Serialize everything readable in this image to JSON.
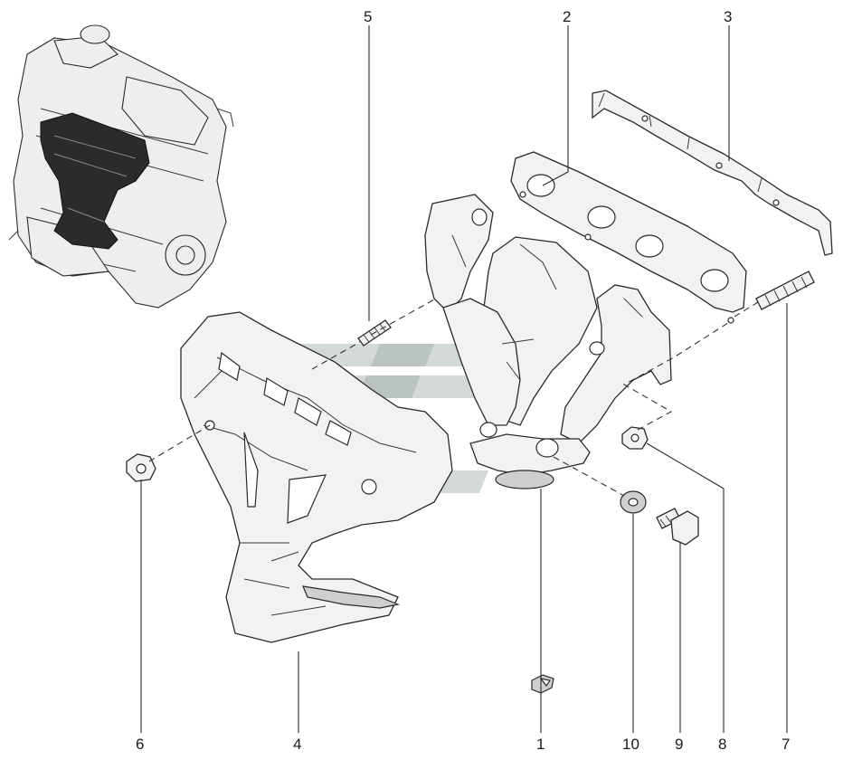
{
  "callouts": [
    {
      "id": "c1",
      "label": "1"
    },
    {
      "id": "c2",
      "label": "2"
    },
    {
      "id": "c3",
      "label": "3"
    },
    {
      "id": "c4",
      "label": "4"
    },
    {
      "id": "c5",
      "label": "5"
    },
    {
      "id": "c6",
      "label": "6"
    },
    {
      "id": "c7",
      "label": "7"
    },
    {
      "id": "c8",
      "label": "8"
    },
    {
      "id": "c9",
      "label": "9"
    },
    {
      "id": "c10",
      "label": "10"
    }
  ],
  "colors": {
    "line": "#2a2a2a",
    "part_fill": "#f2f2f2",
    "highlight": "#2b2b2b",
    "watermark": "#9ea8a8"
  }
}
